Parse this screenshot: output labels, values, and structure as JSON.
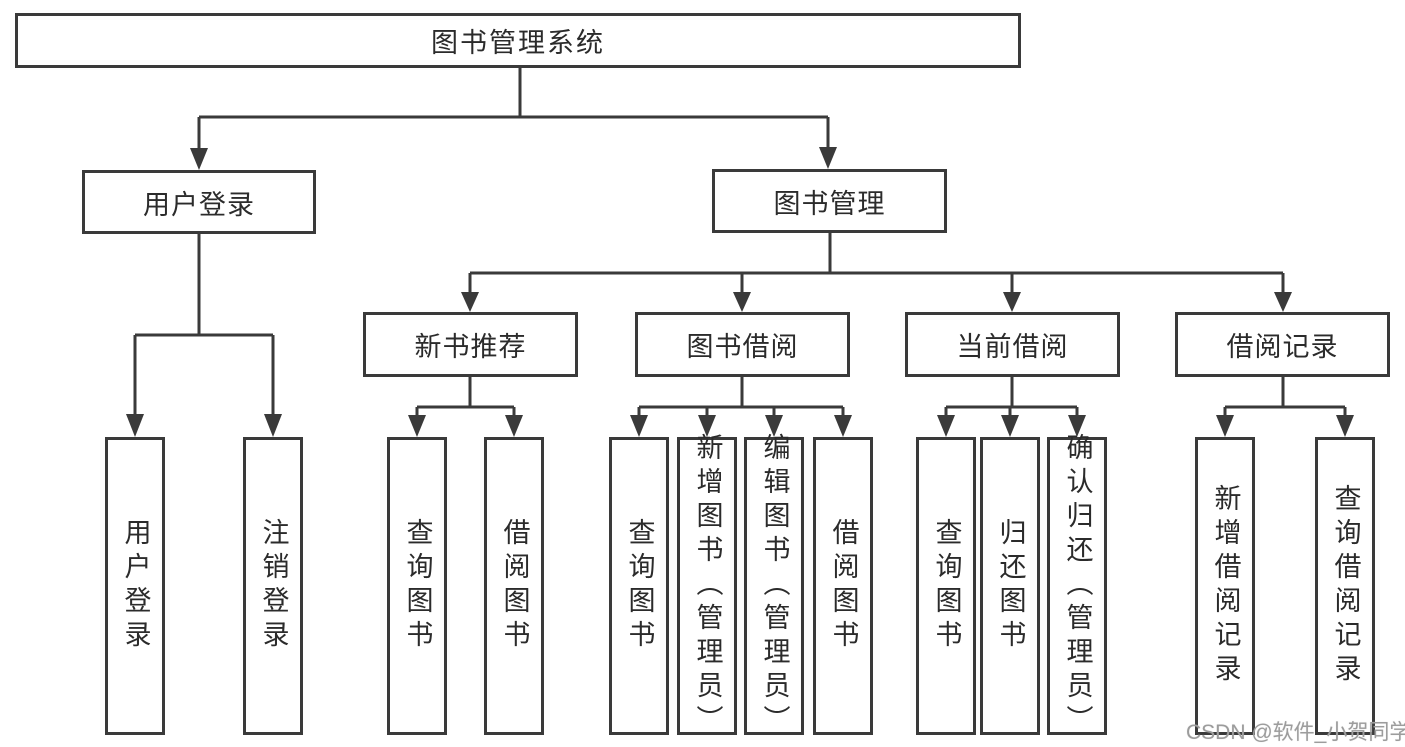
{
  "diagram": {
    "root": {
      "label": "图书管理系统"
    },
    "level2": [
      {
        "label": "用户登录",
        "children": [
          {
            "label": "用户登录"
          },
          {
            "label": "注销登录"
          }
        ]
      },
      {
        "label": "图书管理",
        "children": [
          {
            "label": "新书推荐",
            "children": [
              {
                "label": "查询图书"
              },
              {
                "label": "借阅图书"
              }
            ]
          },
          {
            "label": "图书借阅",
            "children": [
              {
                "label": "查询图书"
              },
              {
                "label": "新增图书（管理员）"
              },
              {
                "label": "编辑图书（管理员）"
              },
              {
                "label": "借阅图书"
              }
            ]
          },
          {
            "label": "当前借阅",
            "children": [
              {
                "label": "查询图书"
              },
              {
                "label": "归还图书"
              },
              {
                "label": "确认归还（管理员）"
              }
            ]
          },
          {
            "label": "借阅记录",
            "children": [
              {
                "label": "新增借阅记录"
              },
              {
                "label": "查询借阅记录"
              }
            ]
          }
        ]
      }
    ]
  },
  "watermark": {
    "text": "CSDN @软件_小贺同学"
  },
  "colors": {
    "line": "#3a3a3a",
    "text": "#2b2b2b",
    "watermark": "#9c9c9c",
    "background": "#ffffff"
  }
}
